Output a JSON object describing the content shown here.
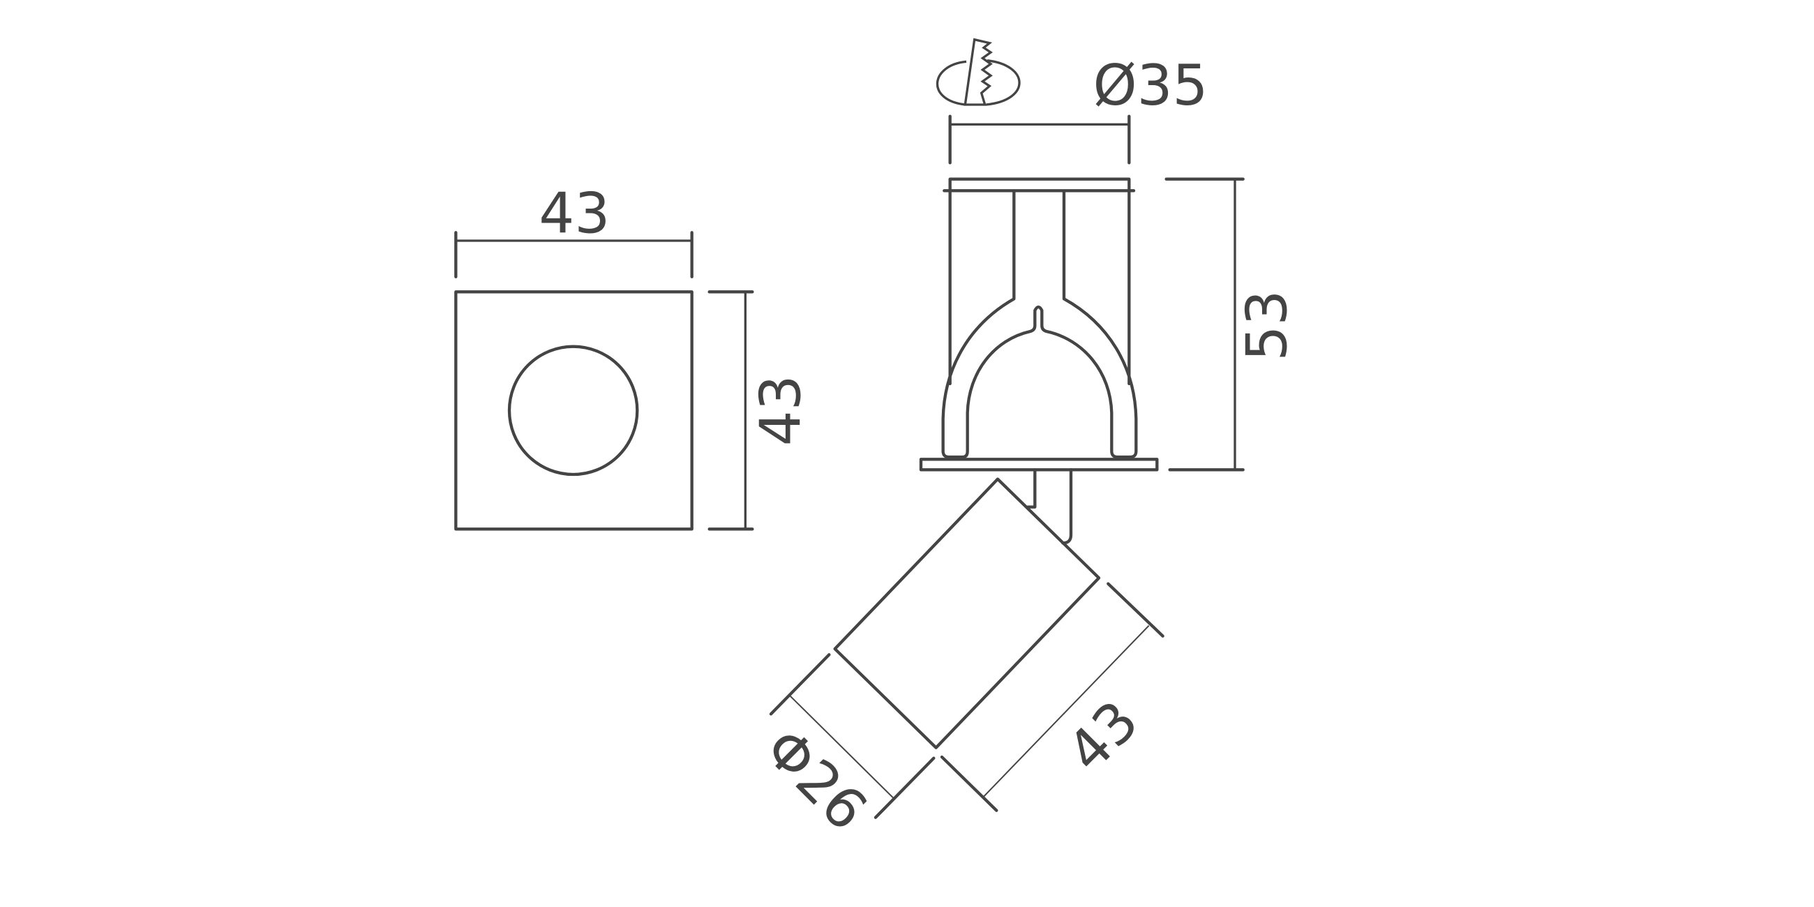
{
  "front_view": {
    "width_label": "43",
    "height_label": "43"
  },
  "side_view": {
    "cutout_label": "Ø35",
    "height_label": "53"
  },
  "head_view": {
    "diameter_label": "Φ26",
    "length_label": "43"
  },
  "colors": {
    "line": "#444444",
    "background": "#ffffff"
  }
}
